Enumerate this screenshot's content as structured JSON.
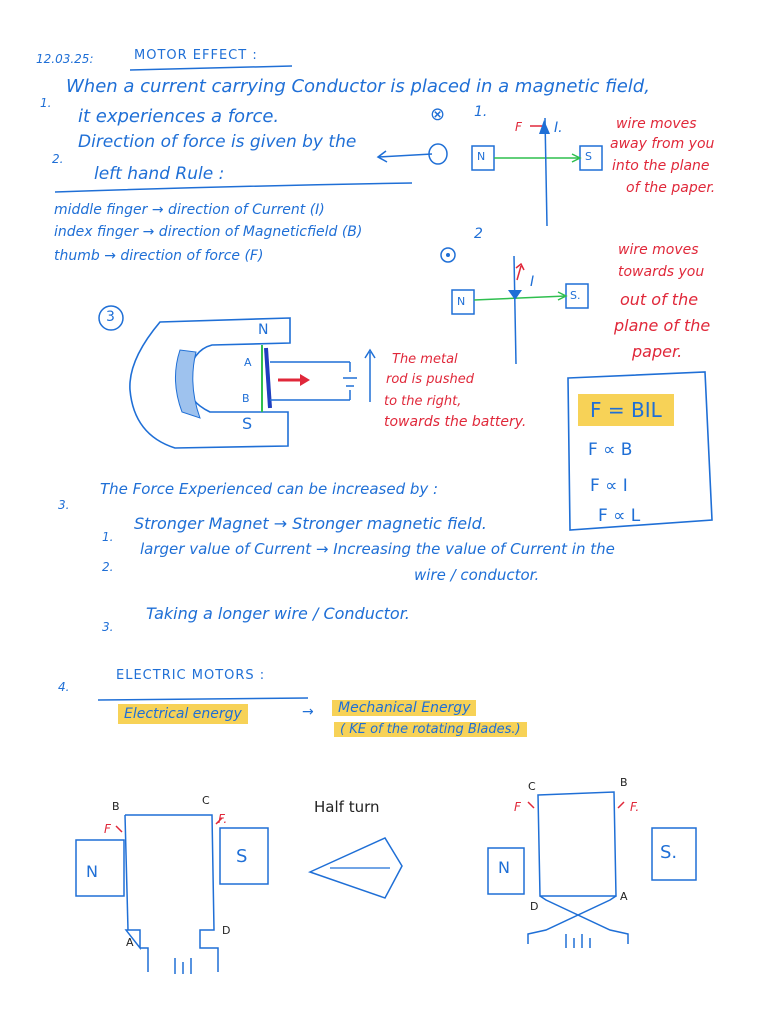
{
  "header": {
    "date": "12.03.25:",
    "title": "MOTOR EFFECT :"
  },
  "points": {
    "p1_num": "1.",
    "p1_line1": "When a current carrying Conductor is placed in a magnetic field,",
    "p1_line2": "it experiences a force.",
    "p2_num": "2.",
    "p2_line1": "Direction of force is given by the",
    "p2_line2": "left hand Rule :",
    "rule_1": "middle finger → direction of Current (I)",
    "rule_2": "index finger → direction of Magneticfield (B)",
    "rule_3": "thumb → direction of force (F)"
  },
  "diagram1": {
    "marker": "⊗",
    "num": "1.",
    "n": "N",
    "s": "S",
    "i": "I.",
    "f": "F",
    "note": [
      "wire moves",
      "away from you",
      "into the plane",
      "of the paper."
    ]
  },
  "diagram2": {
    "marker": "⊙",
    "num": "2",
    "n": "N",
    "s": "S.",
    "i": "I",
    "note": [
      "wire moves",
      "towards you",
      "out of the",
      "plane of the",
      "paper."
    ]
  },
  "diagram3": {
    "num": "3",
    "n": "N",
    "s": "S",
    "a": "A",
    "b": "B",
    "note": [
      "The metal",
      "rod is pushed",
      "to the right,",
      "towards the battery."
    ]
  },
  "formula": {
    "main": "F = BIL",
    "p1": "F ∝ B",
    "p2": "F ∝ I",
    "p3": "F ∝ L"
  },
  "point3": {
    "num": "3.",
    "text": "The Force Experienced can be increased by :",
    "i1_num": "1.",
    "i1": "Stronger Magnet → Stronger magnetic field.",
    "i2_num": "2.",
    "i2_a": "larger value of Current → Increasing the value of Current in the",
    "i2_b": "wire / conductor.",
    "i3_num": "3.",
    "i3": "Taking a longer wire / Conductor."
  },
  "point4": {
    "num": "4.",
    "title": "ELECTRIC MOTORS :",
    "energy": "Electrical energy",
    "arrow": "→",
    "mech": "Mechanical Energy",
    "ke": "( KE of the rotating Blades.)"
  },
  "coils": {
    "left": {
      "b": "B",
      "c": "C",
      "a": "A",
      "d": "D",
      "n": "N",
      "s": "S",
      "f1": "F",
      "f2": "F."
    },
    "middle": "Half turn",
    "right": {
      "c": "C",
      "b": "B",
      "d": "D",
      "a": "A",
      "n": "N",
      "s": "S.",
      "f1": "F",
      "f2": "F."
    }
  }
}
